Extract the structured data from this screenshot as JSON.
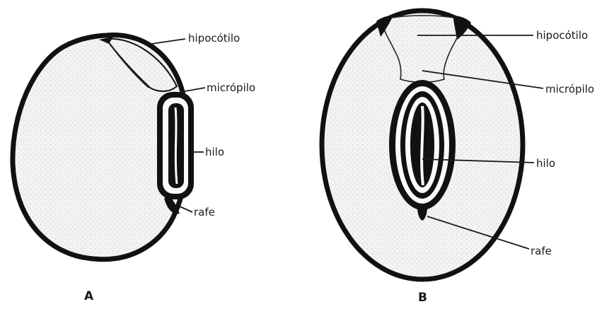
{
  "seed_a": {
    "caption": "A",
    "labels": {
      "hipocotilo": "hipocótilo",
      "micropilo": "micrópilo",
      "hilo": "hilo",
      "rafe": "rafe"
    }
  },
  "seed_b": {
    "caption": "B",
    "labels": {
      "hipocotilo": "hipocótilo",
      "micropilo": "micrópilo",
      "hilo": "hilo",
      "rafe": "rafe"
    }
  },
  "colors": {
    "outline": "#111111",
    "stipple_fill": "#efefef",
    "background": "#ffffff"
  }
}
